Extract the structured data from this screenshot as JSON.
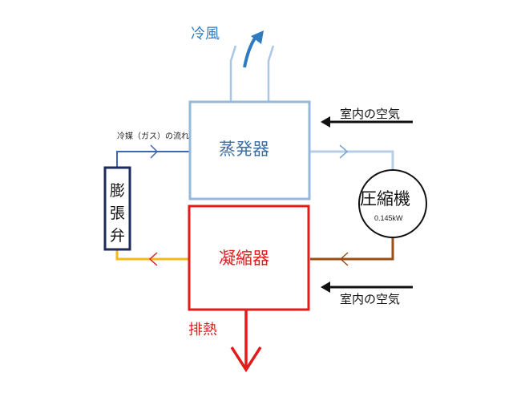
{
  "colors": {
    "evaporator": "#96b8da",
    "evaporator_text": "#3d6fa5",
    "condenser": "#e01c1c",
    "cold_air": "#2f7bc0",
    "exhaust": "#e01c1c",
    "valve_border": "#1c2a5c",
    "line_yellow": "#f2bb1d",
    "line_brown": "#9b4d13",
    "line_blue_dark": "#3a68b7",
    "line_blue_light": "#b6cfe6",
    "black": "#111111"
  },
  "labels": {
    "cold_air": "冷風",
    "evaporator": "蒸発器",
    "condenser": "凝縮器",
    "exhaust": "排熱",
    "indoor_air_top": "室内の空気",
    "indoor_air_bottom": "室内の空気",
    "refrigerant_flow": "冷媒（ガス）の流れ"
  },
  "compressor": {
    "name": "圧縮機",
    "power": "0.145kW"
  },
  "expansion_valve": {
    "chars": [
      "膨",
      "張",
      "弁"
    ]
  },
  "icons": [
    "cold-air-arrow-icon",
    "exhaust-arrow-icon",
    "indoor-air-arrow-icon",
    "flow-direction-chevron-icon"
  ]
}
